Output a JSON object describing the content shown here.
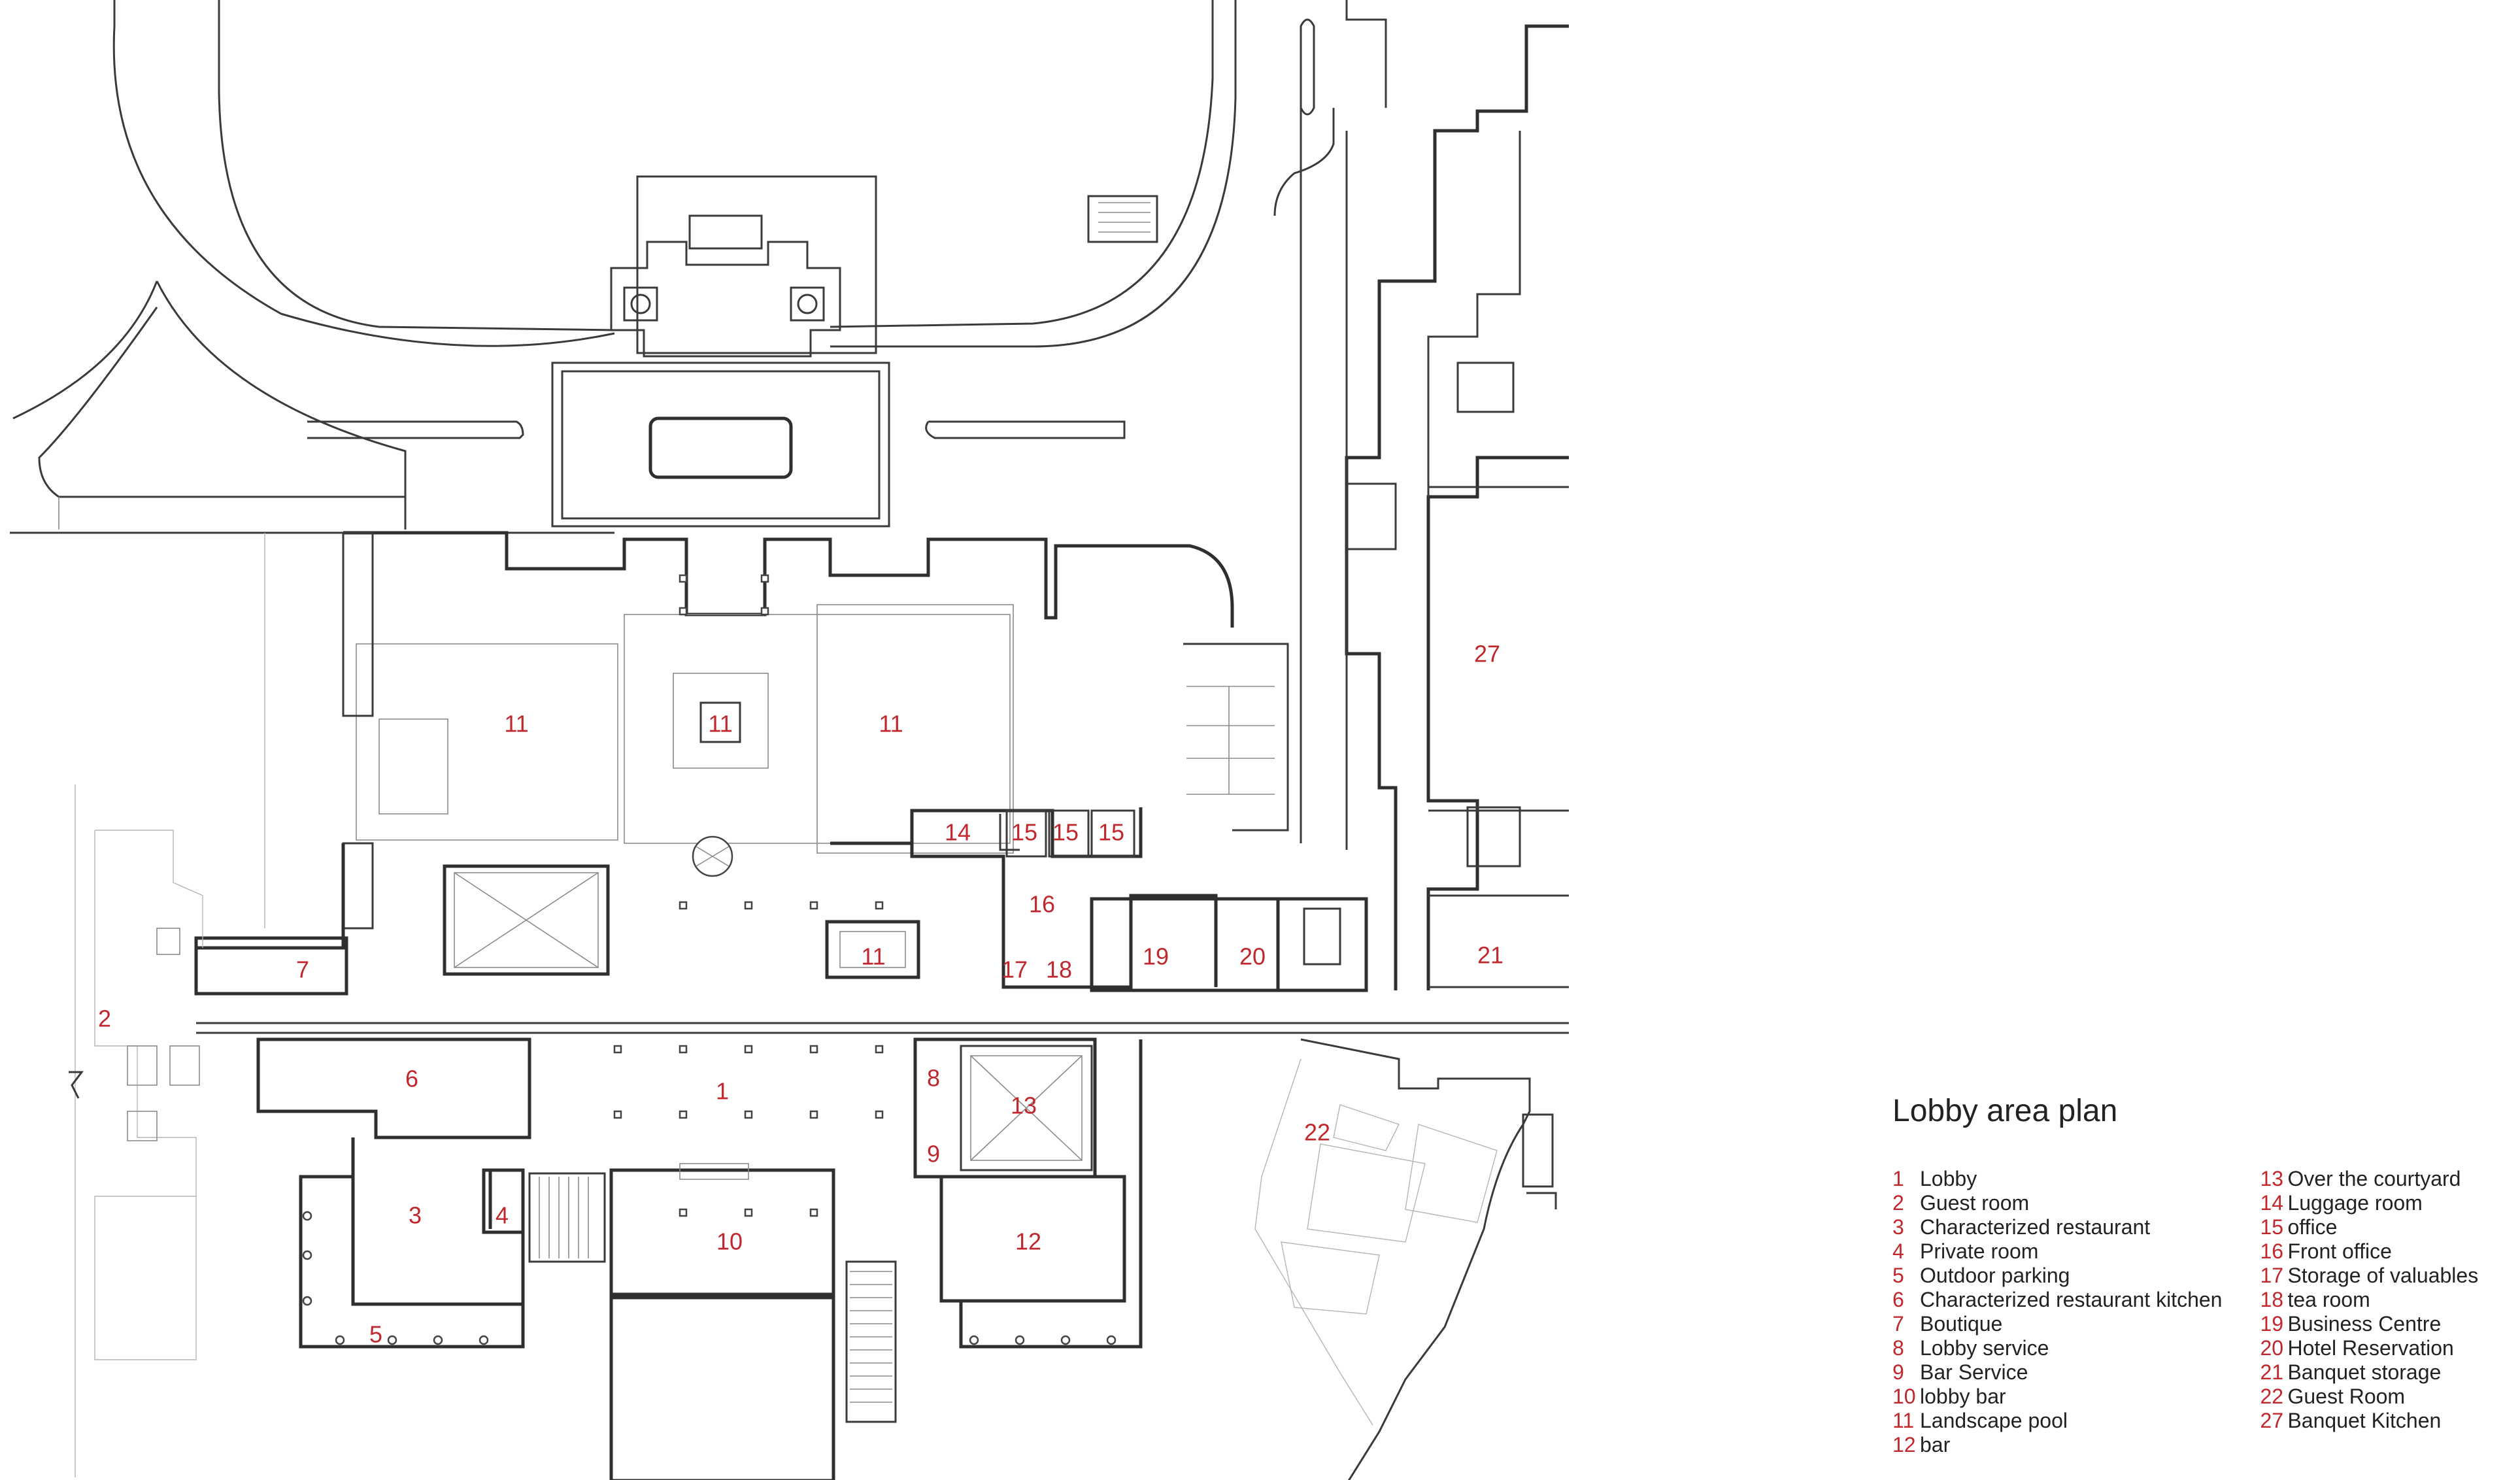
{
  "title": "Lobby area plan",
  "room_labels": [
    "1",
    "2",
    "3",
    "4",
    "5",
    "6",
    "7",
    "8",
    "9",
    "10",
    "11",
    "12",
    "13",
    "14",
    "15",
    "16",
    "17",
    "18",
    "19",
    "20",
    "21",
    "22",
    "27"
  ],
  "legend": {
    "left": [
      {
        "num": "1",
        "name": "Lobby"
      },
      {
        "num": "2",
        "name": "Guest room"
      },
      {
        "num": "3",
        "name": "Characterized restaurant"
      },
      {
        "num": "4",
        "name": "Private room"
      },
      {
        "num": "5",
        "name": "Outdoor parking"
      },
      {
        "num": "6",
        "name": "Characterized restaurant kitchen"
      },
      {
        "num": "7",
        "name": "Boutique"
      },
      {
        "num": "8",
        "name": "Lobby service"
      },
      {
        "num": "9",
        "name": "Bar Service"
      },
      {
        "num": "10",
        "name": "lobby bar"
      },
      {
        "num": "11",
        "name": "Landscape pool"
      },
      {
        "num": "12",
        "name": "bar"
      }
    ],
    "right": [
      {
        "num": "13",
        "name": "Over the courtyard"
      },
      {
        "num": "14",
        "name": "Luggage room"
      },
      {
        "num": "15",
        "name": "office"
      },
      {
        "num": "16",
        "name": "Front office"
      },
      {
        "num": "17",
        "name": "Storage of valuables"
      },
      {
        "num": "18",
        "name": "tea room"
      },
      {
        "num": "19",
        "name": "Business Centre"
      },
      {
        "num": "20",
        "name": "Hotel Reservation"
      },
      {
        "num": "21",
        "name": "Banquet storage"
      },
      {
        "num": "22",
        "name": "Guest Room"
      },
      {
        "num": "27",
        "name": "Banquet Kitchen"
      }
    ]
  },
  "colors": {
    "label_red": "#c0282d",
    "line": "#3a3a3a",
    "background": "#ffffff"
  }
}
